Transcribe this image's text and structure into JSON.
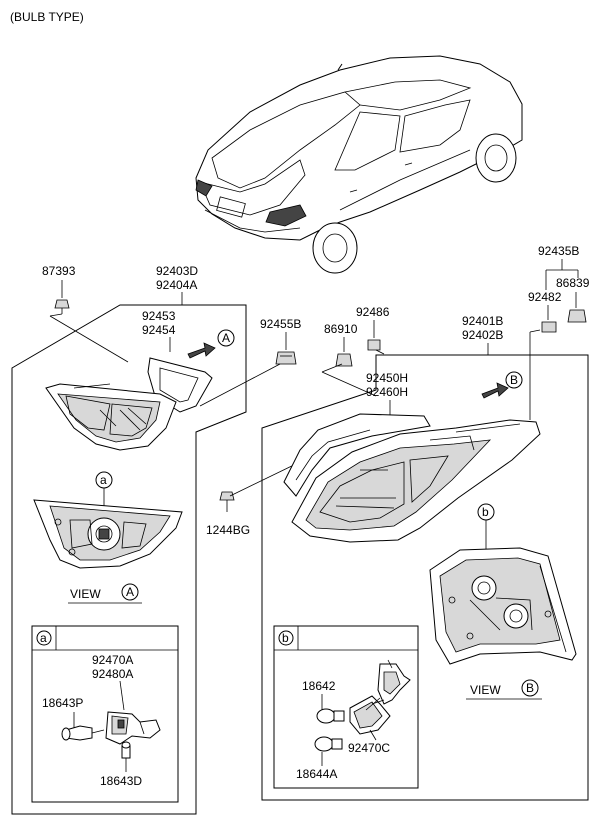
{
  "header": {
    "title": "(BULB TYPE)"
  },
  "callouts": {
    "p87393": "87393",
    "p92403D": "92403D",
    "p92404A": "92404A",
    "p92453": "92453",
    "p92454": "92454",
    "p92455B": "92455B",
    "p86910": "86910",
    "p92486": "92486",
    "p92401B": "92401B",
    "p92402B": "92402B",
    "p92435B": "92435B",
    "p86839": "86839",
    "p92482": "92482",
    "p92450H": "92450H",
    "p92460H": "92460H",
    "p1244BG": "1244BG",
    "p92470A": "92470A",
    "p92480A": "92480A",
    "p18643P": "18643P",
    "p18643D": "18643D",
    "p18642": "18642",
    "p92470C": "92470C",
    "p18644A": "18644A"
  },
  "markers": {
    "a": "a",
    "b": "b",
    "A": "A",
    "B": "B"
  },
  "views": {
    "view_label": "VIEW"
  },
  "detail_boxes": {
    "a_tag": "a",
    "b_tag": "b"
  }
}
